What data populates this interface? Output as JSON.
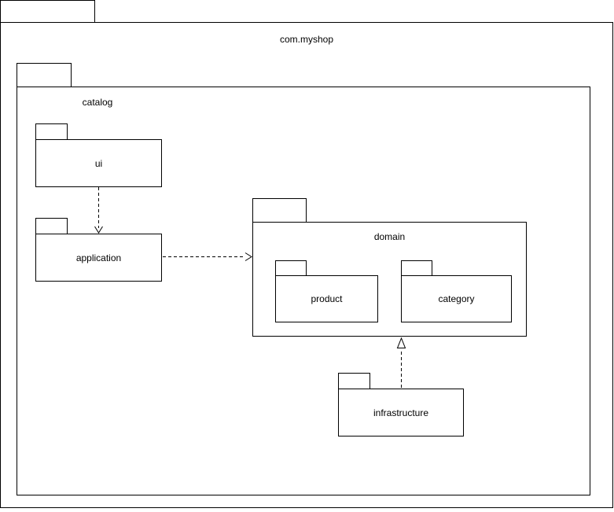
{
  "diagram": {
    "type": "uml-package-diagram",
    "packages": {
      "root": {
        "label": "com.myshop"
      },
      "catalog": {
        "label": "catalog"
      },
      "ui": {
        "label": "ui"
      },
      "application": {
        "label": "application"
      },
      "domain": {
        "label": "domain"
      },
      "product": {
        "label": "product"
      },
      "category": {
        "label": "category"
      },
      "infrastructure": {
        "label": "infrastructure"
      }
    },
    "relations": [
      {
        "from": "ui",
        "to": "application",
        "line": "dashed",
        "arrowhead": "open"
      },
      {
        "from": "application",
        "to": "domain",
        "line": "dashed",
        "arrowhead": "open"
      },
      {
        "from": "infrastructure",
        "to": "domain",
        "line": "dashed",
        "arrowhead": "hollow-triangle"
      }
    ],
    "containment": {
      "root": [
        "catalog"
      ],
      "catalog": [
        "ui",
        "application",
        "domain",
        "infrastructure"
      ],
      "domain": [
        "product",
        "category"
      ]
    },
    "colors": {
      "stroke": "#000000",
      "fill": "#ffffff",
      "background": "#ffffff"
    }
  }
}
